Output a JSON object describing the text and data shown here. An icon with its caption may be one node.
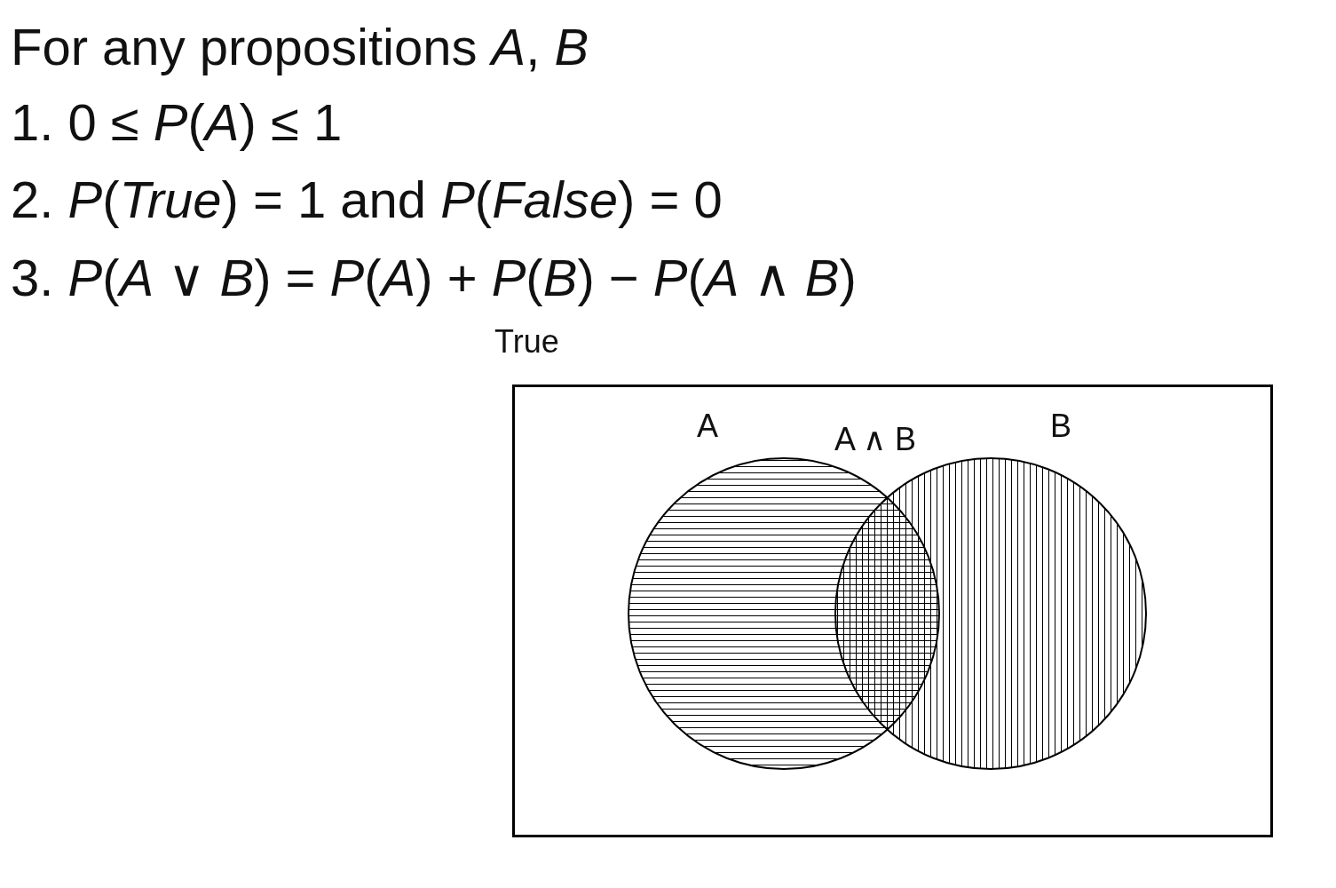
{
  "diagram": {
    "nodes": [
      {
        "text": [
          "True"
        ]
      },
      {
        "text": [
          "A"
        ],
        "in": 0
      },
      {
        "text": [
          "B"
        ],
        "in": 0
      }
    ],
    "edges": [],
    "labels": [
      "For any propositions *A*, *B*",
      "1. 0 ≤ *P*(*A*) ≤ 1",
      "2. *P*(*True*) = 1 and *P*(*False*) = 0",
      "3. *P*(*A* ∨ *B*) = *P*(*A*) + *P*(*B*) − *P*(*A* ∧ *B*)",
      "A ∧ B"
    ]
  }
}
